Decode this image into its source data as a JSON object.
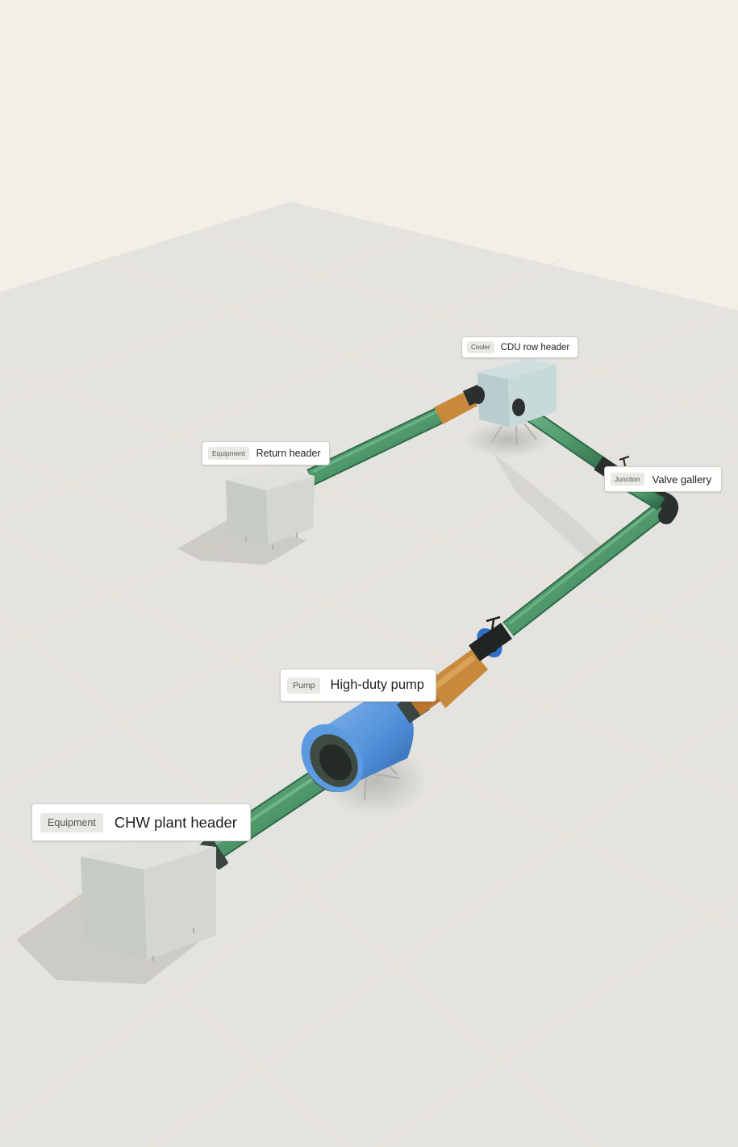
{
  "scene": {
    "background_color": "#f2f0e6",
    "floor_color": "#e4e3df",
    "pipe_color": "#4f9a6c",
    "reducer_color": "#c8893c",
    "pump_color": "#4f8fd8",
    "equipment_color": "#cfd3cb",
    "cooler_color": "#bcd0d1"
  },
  "nodes": [
    {
      "id": "cdu",
      "kind": "Cooler",
      "name": "CDU row header"
    },
    {
      "id": "return",
      "kind": "Equipment",
      "name": "Return header"
    },
    {
      "id": "valve",
      "kind": "Junction",
      "name": "Valve gallery"
    },
    {
      "id": "pump",
      "kind": "Pump",
      "name": "High-duty pump"
    },
    {
      "id": "chw",
      "kind": "Equipment",
      "name": "CHW plant header"
    }
  ]
}
